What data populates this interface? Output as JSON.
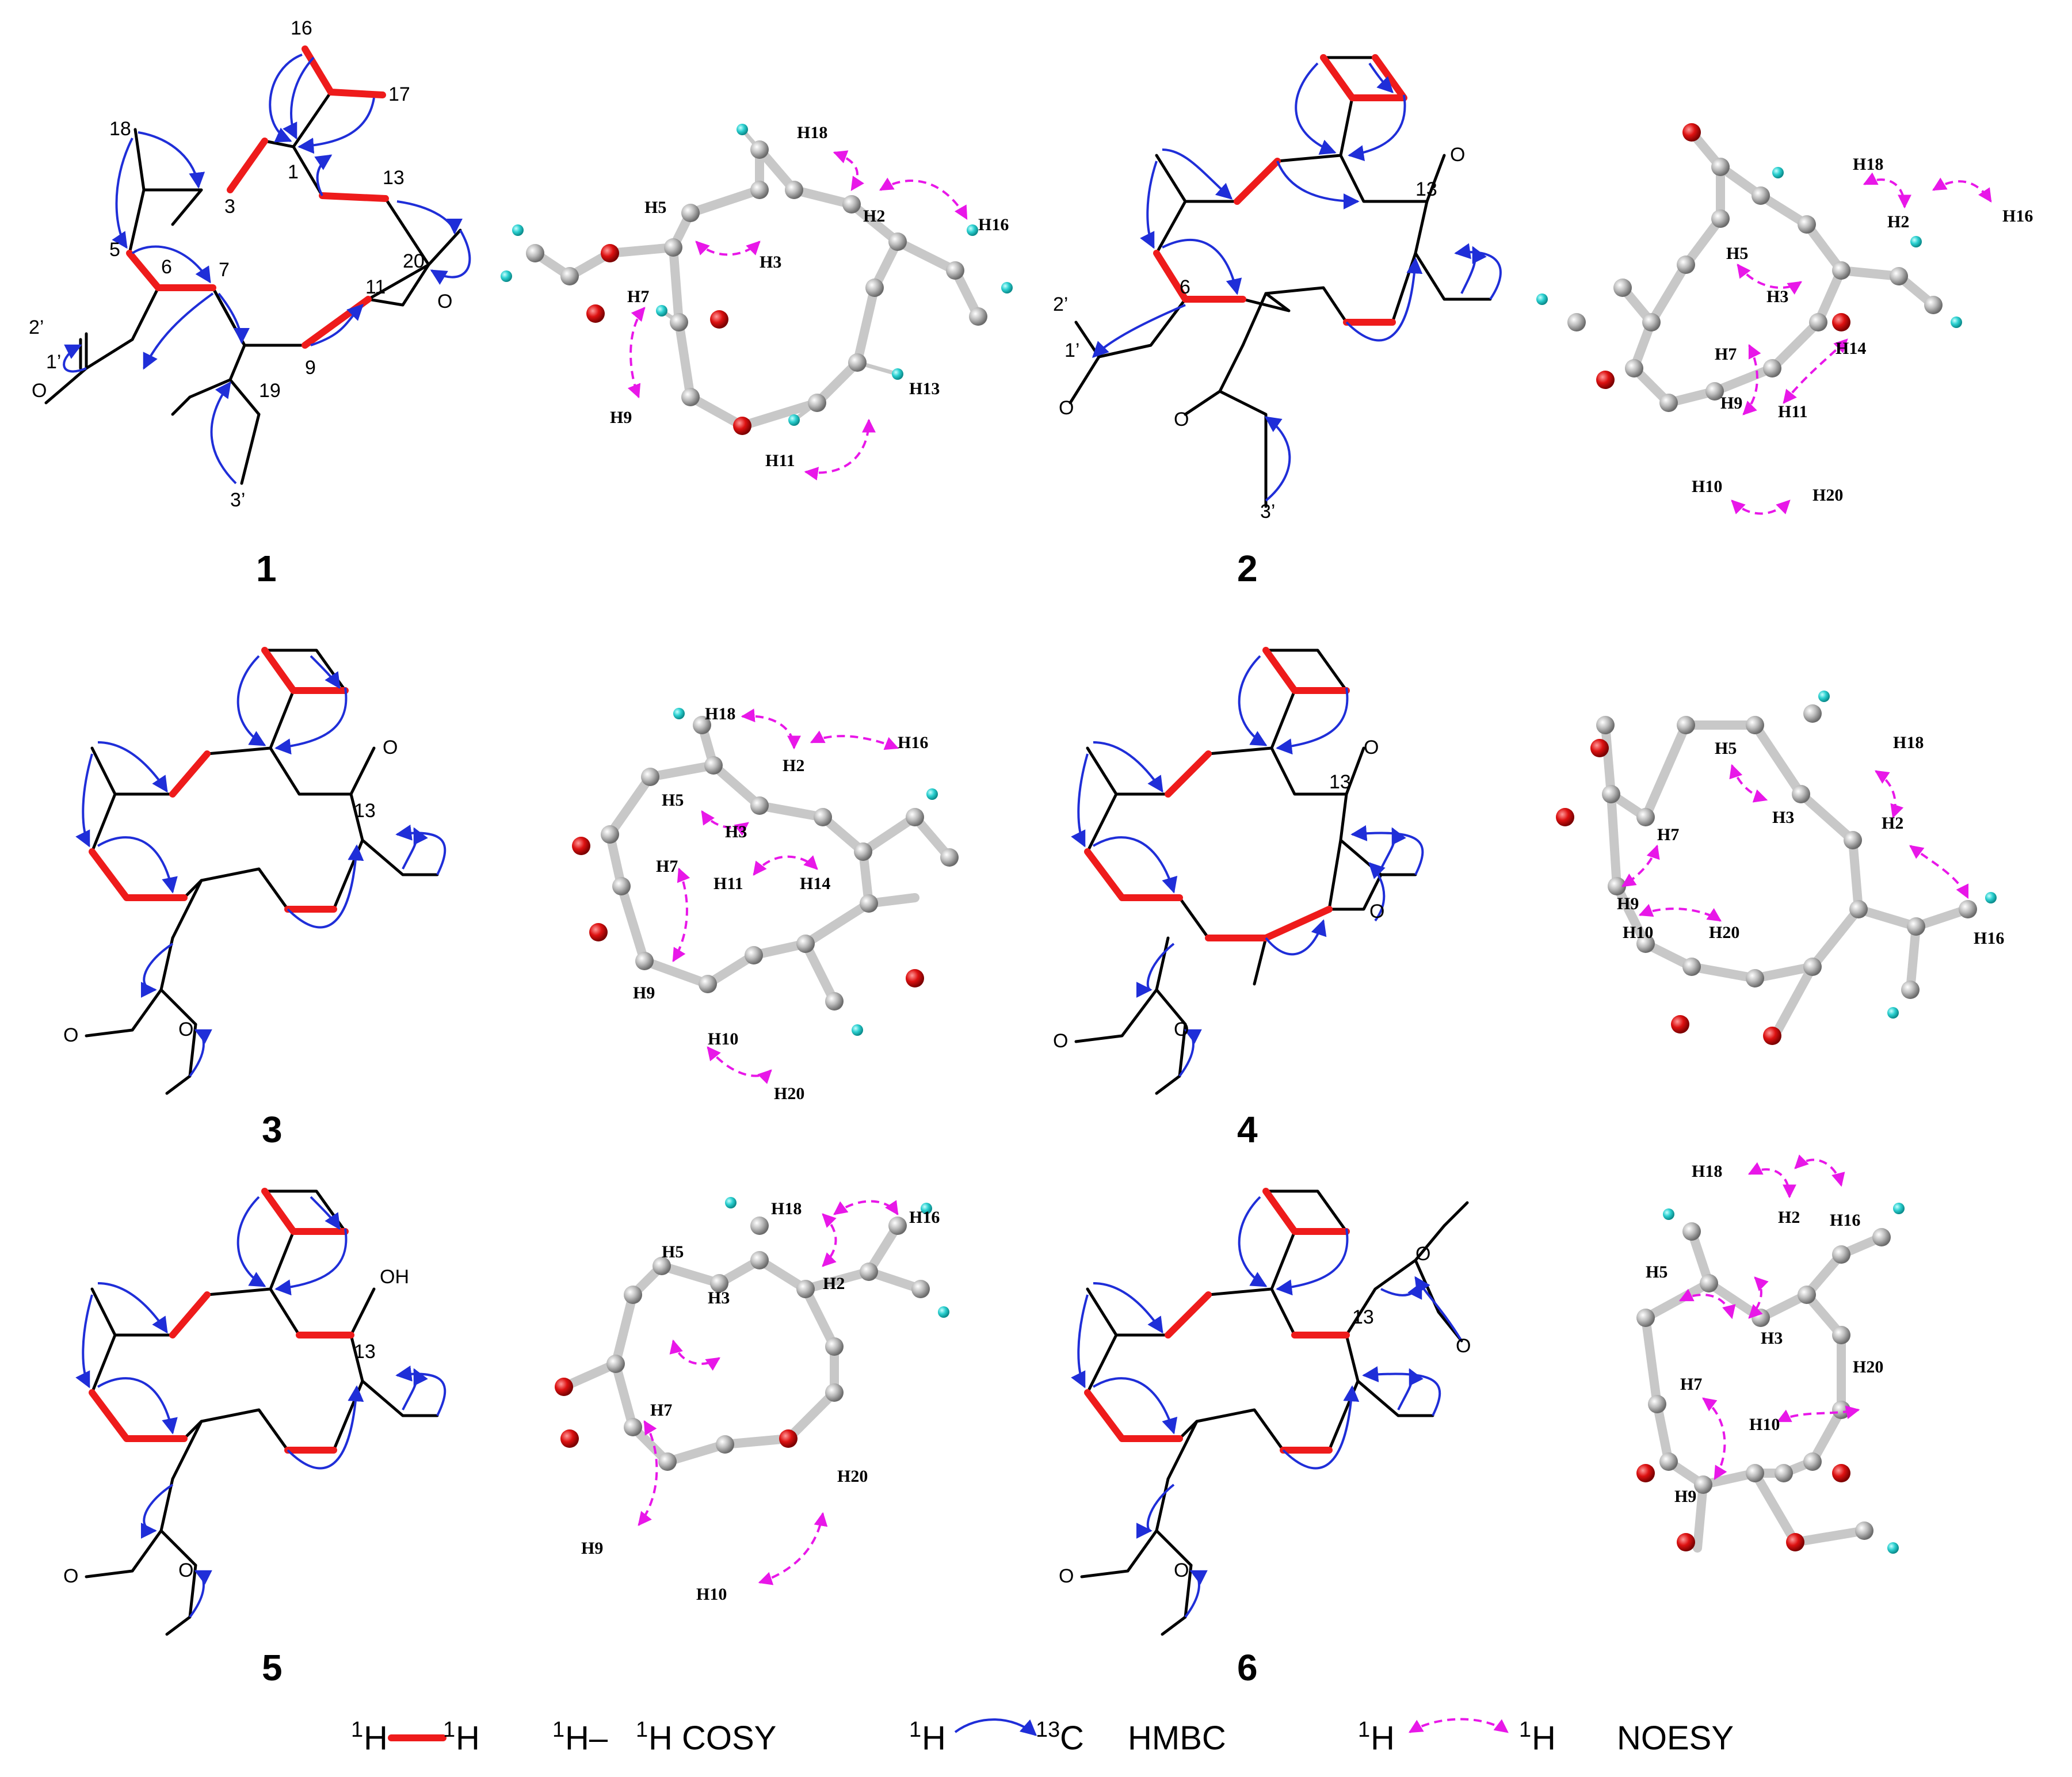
{
  "compounds": [
    {
      "id": "1",
      "atom_labels": [
        "16",
        "17",
        "18",
        "1",
        "3",
        "13",
        "5",
        "6",
        "7",
        "20",
        "11",
        "2’",
        "1’",
        "O",
        "19",
        "9",
        "O",
        "3’"
      ],
      "noesy_labels": [
        "H18",
        "H5",
        "H2",
        "H16",
        "H3",
        "H7",
        "H9",
        "H13",
        "H11"
      ]
    },
    {
      "id": "2",
      "atom_labels": [
        "O",
        "13",
        "6",
        "2’",
        "1’",
        "O",
        "O",
        "3’"
      ],
      "noesy_labels": [
        "H18",
        "H16",
        "H5",
        "H2",
        "H3",
        "H7",
        "H14",
        "H9",
        "H11",
        "H10",
        "H20"
      ]
    },
    {
      "id": "3",
      "atom_labels": [
        "O",
        "13",
        "O",
        "O"
      ],
      "noesy_labels": [
        "H18",
        "H16",
        "H2",
        "H5",
        "H3",
        "H7",
        "H11",
        "H14",
        "H9",
        "H10",
        "H20"
      ]
    },
    {
      "id": "4",
      "atom_labels": [
        "O",
        "13",
        "O",
        "O",
        "O"
      ],
      "noesy_labels": [
        "H5",
        "H18",
        "H7",
        "H3",
        "H2",
        "H9",
        "H10",
        "H20",
        "H16"
      ]
    },
    {
      "id": "5",
      "atom_labels": [
        "OH",
        "13",
        "O",
        "O"
      ],
      "noesy_labels": [
        "H18",
        "H16",
        "H5",
        "H2",
        "H3",
        "H7",
        "H9",
        "H20",
        "H10"
      ]
    },
    {
      "id": "6",
      "atom_labels": [
        "O",
        "13",
        "O",
        "O",
        "O"
      ],
      "noesy_labels": [
        "H18",
        "H2",
        "H16",
        "H5",
        "H3",
        "H20",
        "H7",
        "H10",
        "H9"
      ]
    }
  ],
  "legend": {
    "h": "H",
    "sup1": "1",
    "sup13": "13",
    "cosy_label": "H– ",
    "cosy_label2": "H COSY",
    "hmbc_c": "C",
    "hmbc_label": "HMBC",
    "noesy_label": "NOESY"
  },
  "colors": {
    "cosy": "#ee1b1b",
    "hmbc": "#1f2ed8",
    "noesy": "#e817e8",
    "carbon": "#c8c8c8",
    "hydrogen": "#22cccc",
    "oxygen": "#dd1111"
  }
}
